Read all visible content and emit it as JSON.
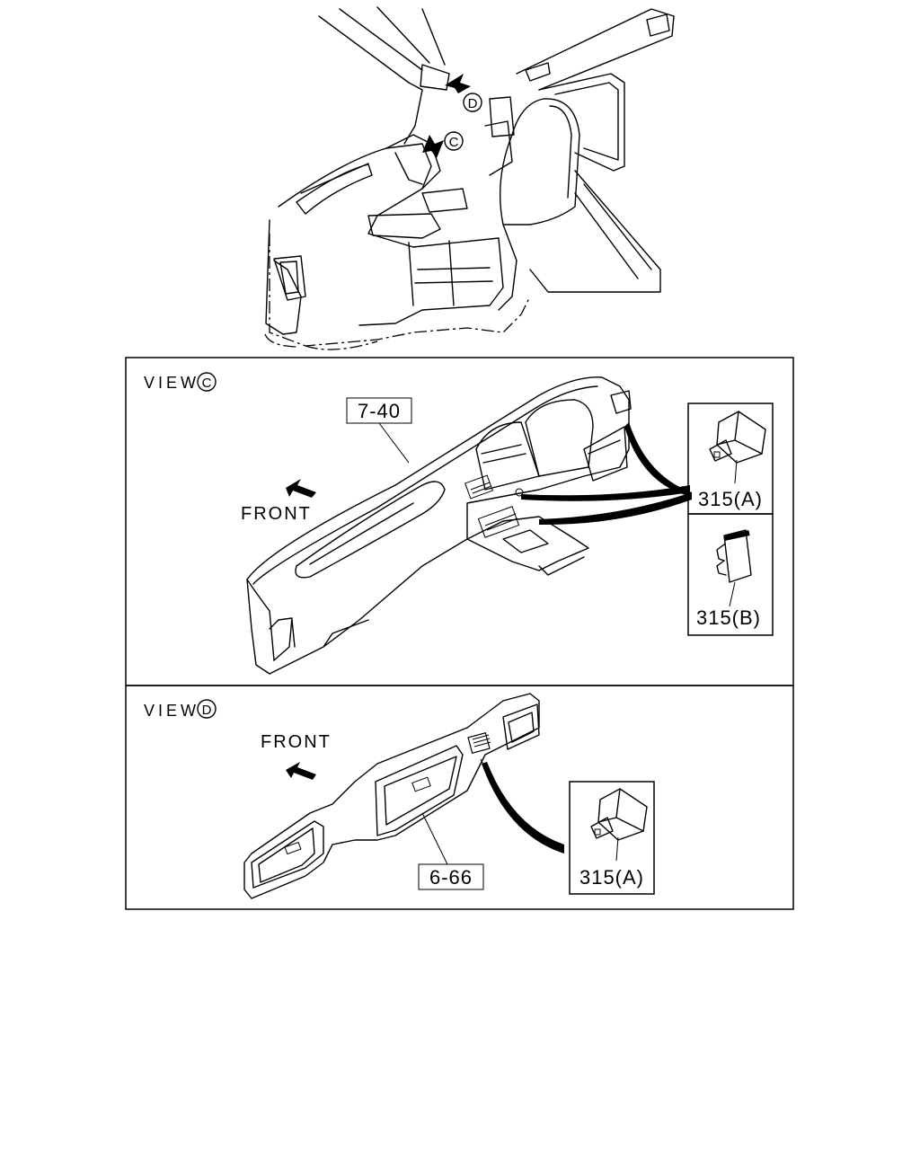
{
  "callouts": {
    "view_c_marker": "C",
    "view_d_marker": "D"
  },
  "view_c": {
    "title": "VIEW",
    "marker": "C",
    "front_label": "FRONT",
    "part_ref": "7-40",
    "insets": [
      {
        "label": "315(A)"
      },
      {
        "label": "315(B)"
      }
    ]
  },
  "view_d": {
    "title": "VIEW",
    "marker": "D",
    "front_label": "FRONT",
    "part_ref": "6-66",
    "insets": [
      {
        "label": "315(A)"
      }
    ]
  }
}
